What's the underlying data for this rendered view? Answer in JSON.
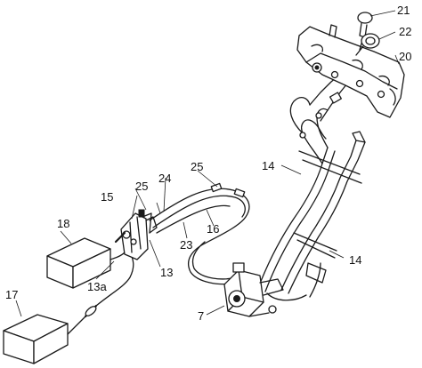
{
  "labels": {
    "l21": "21",
    "l22": "22",
    "l20": "20",
    "l14a": "14",
    "l14b": "14",
    "l25a": "25",
    "l25b": "25",
    "l24": "24",
    "l15": "15",
    "l18": "18",
    "l16": "16",
    "l23": "23",
    "l13": "13",
    "l13a": "13a",
    "l17": "17",
    "l7": "7"
  }
}
